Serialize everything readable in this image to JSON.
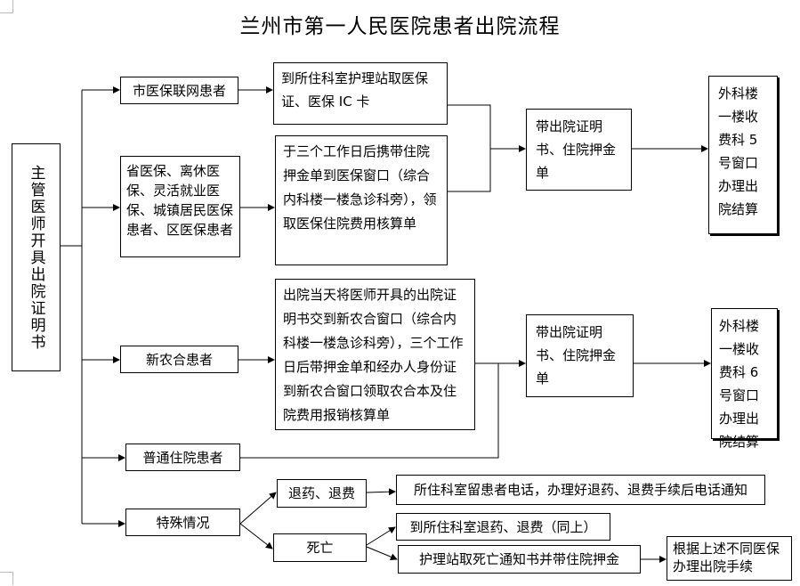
{
  "title": "兰州市第一人民医院患者出院流程",
  "root": "主管医师开具出院证明书",
  "branches": {
    "b1": "市医保联网患者",
    "b2": "省医保、离休医保、灵活就业医保、城镇居民医保患者、区医保患者",
    "b3": "新农合患者",
    "b4": "普通住院患者",
    "b5": "特殊情况"
  },
  "steps": {
    "s1": "到所住科室护理站取医保证、医保 IC 卡",
    "s2": "于三个工作日后携带住院押金单到医保窗口（综合内科楼一楼急诊科旁），领取医保住院费用核算单",
    "s3": "出院当天将医师开具的出院证明书交到新农合窗口（综合内科楼一楼急诊科旁），三个工作日后带押金单和经办人身份证到新农合窗口领取农合本及住院费用报销核算单",
    "mid1": "带出院证明书、住院押金单",
    "mid2": "带出院证明书、住院押金单",
    "end1": "外科楼一楼收费科 5 号窗口办理出院结算",
    "end2": "外科楼一楼收费科 6 号窗口办理出院结算"
  },
  "special": {
    "refund": "退药、退费",
    "death": "死亡",
    "refund_note": "所住科室留患者电话，办理好退药、退费手续后电话通知",
    "death_step1": "到所住科室退药、退费（同上）",
    "death_step2": "护理站取死亡通知书并带住院押金",
    "death_final": "根据上述不同医保办理出院手续"
  }
}
